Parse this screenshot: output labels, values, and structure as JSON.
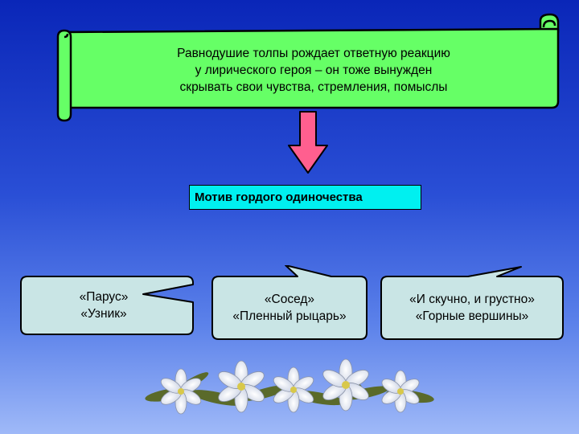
{
  "scroll": {
    "lines": [
      "Равнодушие толпы рождает ответную реакцию",
      "у лирического героя – он тоже вынужден",
      "скрывать свои чувства, стремления, помыслы"
    ]
  },
  "motif": {
    "label": "Мотив гордого одиночества"
  },
  "callouts": [
    {
      "line1": "«Парус»",
      "line2": "«Узник»"
    },
    {
      "line1": "«Сосед»",
      "line2": "«Пленный рыцарь»"
    },
    {
      "line1": "«И скучно, и грустно»",
      "line2": "«Горные вершины»"
    }
  ],
  "colors": {
    "scroll_fill": "#66ff66",
    "arrow_fill": "#ff5f8f",
    "motif_fill": "#00f0f0",
    "callout_fill": "#c9e5e5"
  }
}
